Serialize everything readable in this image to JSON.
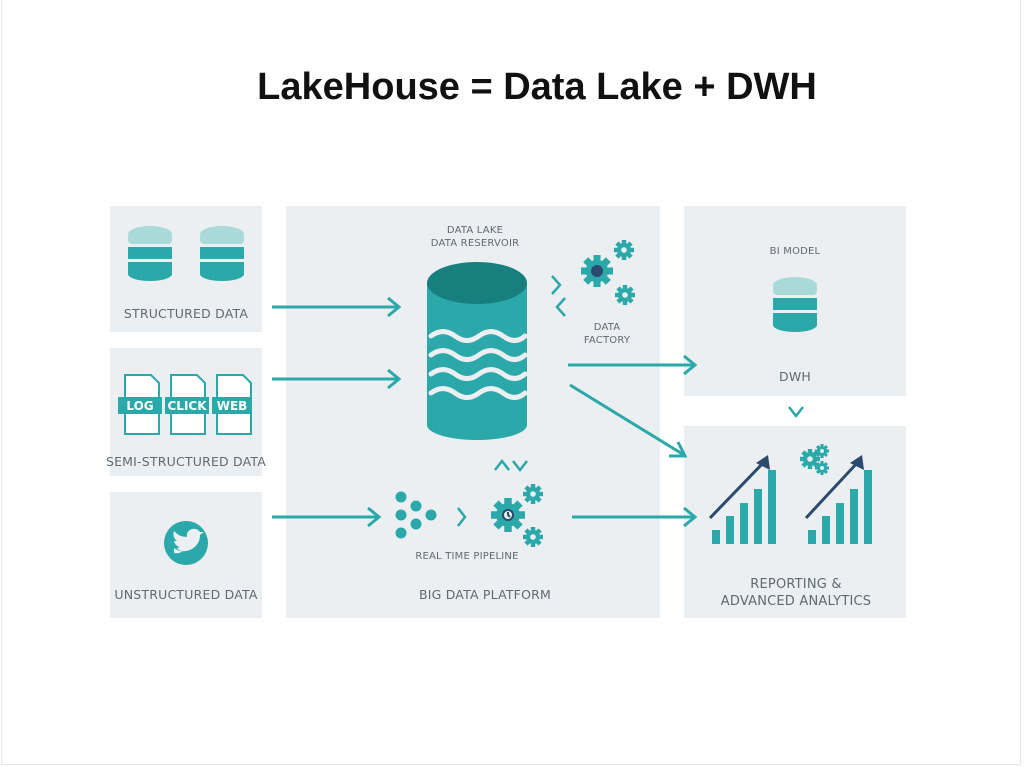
{
  "title": "LakeHouse = Data Lake + DWH",
  "sources": {
    "structured": "STRUCTURED DATA",
    "semi_structured": "SEMI-STRUCTURED DATA",
    "unstructured": "UNSTRUCTURED DATA",
    "doc_tags": [
      "LOG",
      "CLICK",
      "WEB"
    ]
  },
  "platform": {
    "lake_line1": "DATA LAKE",
    "lake_line2": "DATA RESERVOIR",
    "factory_line1": "DATA",
    "factory_line2": "FACTORY",
    "pipeline": "REAL TIME PIPELINE",
    "footer": "BIG DATA PLATFORM"
  },
  "warehouse": {
    "model": "BI MODEL",
    "name": "DWH"
  },
  "analytics": {
    "line1": "REPORTING &",
    "line2": "ADVANCED ANALYTICS"
  },
  "colors": {
    "teal": "#2aa8aa",
    "dark_teal": "#17807f",
    "light_teal": "#a9dad9",
    "navy": "#2c4a6e",
    "panel": "#eceff1",
    "label": "#5e6b72"
  },
  "icons": [
    "database-icon",
    "document-icon",
    "twitter-icon",
    "gear-icon",
    "wave-icon",
    "bar-chart-icon",
    "trend-arrow-icon",
    "dots-icon",
    "chevron-icon"
  ]
}
